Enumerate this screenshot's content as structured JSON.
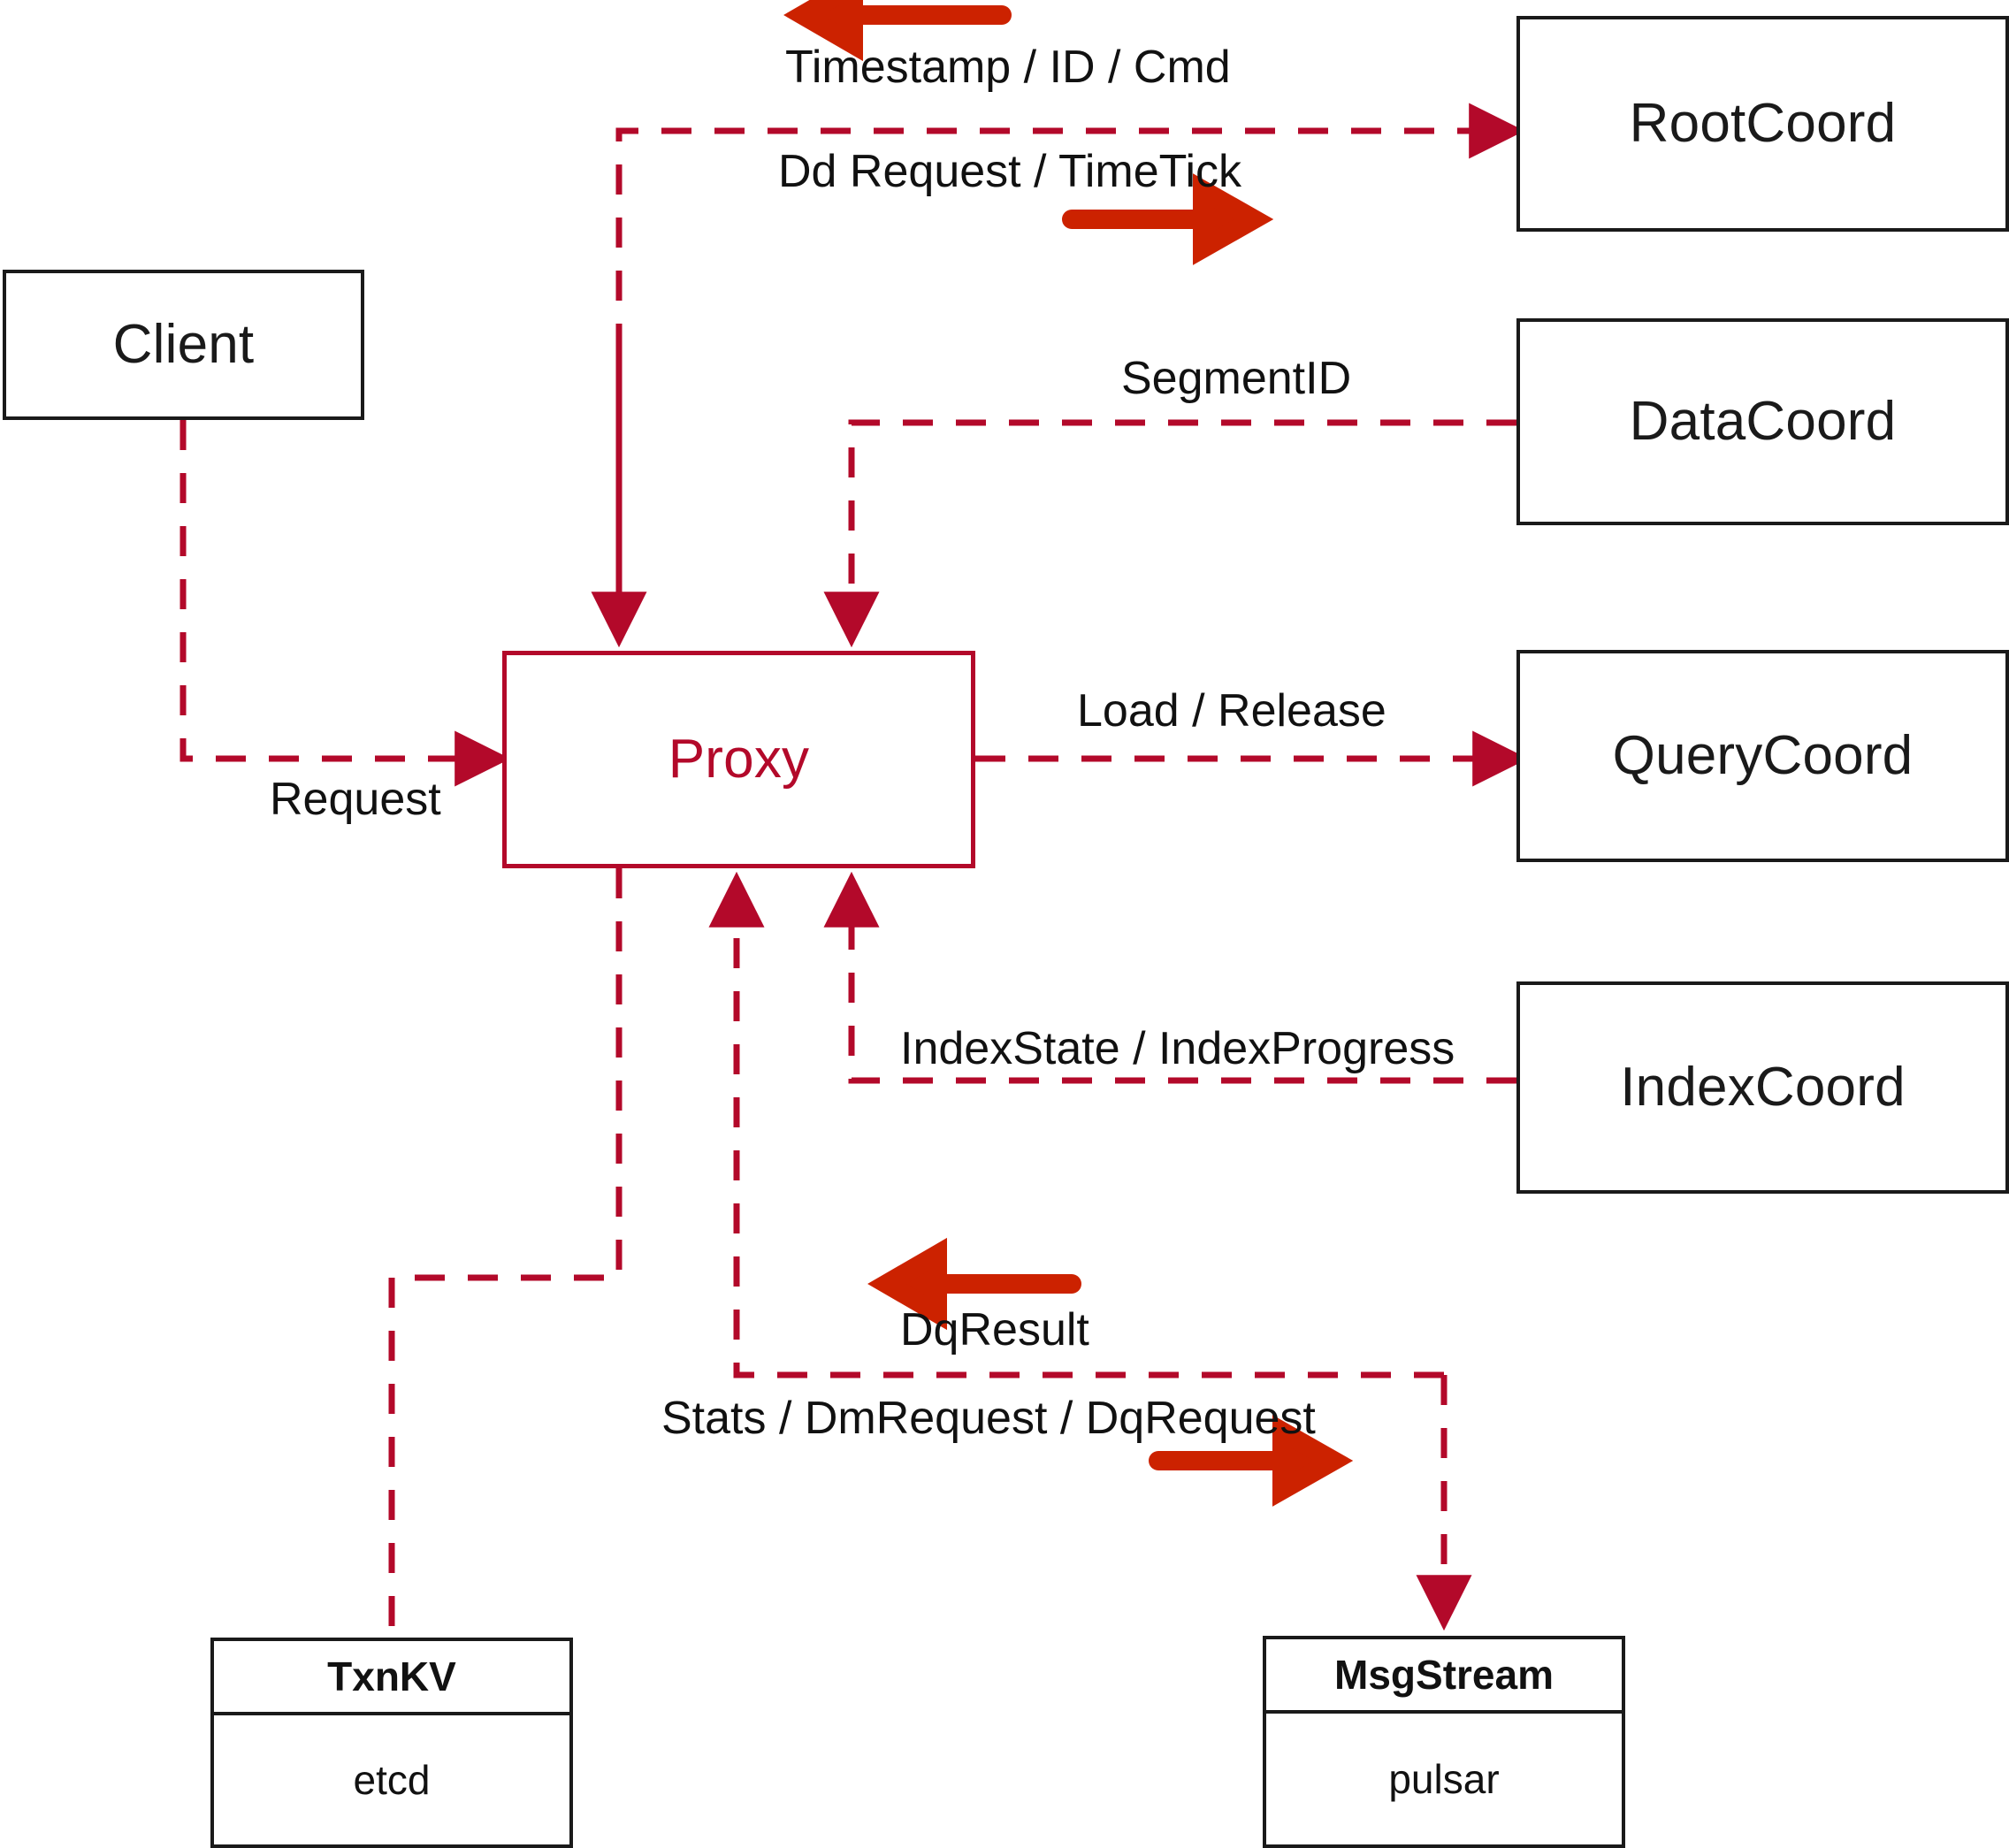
{
  "diagram": {
    "title": "Milvus Proxy interaction diagram",
    "colors": {
      "dashed_line": "#b3092a",
      "solid_arrow": "#cc2200",
      "node_border": "#1a1a1a",
      "proxy_border": "#b3092a",
      "proxy_text": "#b3092a",
      "background": "#ffffff",
      "label_text": "#111111"
    },
    "nodes": [
      {
        "id": "client",
        "label": "Client",
        "style": "plain-black"
      },
      {
        "id": "proxy",
        "label": "Proxy",
        "style": "plain-red"
      },
      {
        "id": "rootcoord",
        "label": "RootCoord",
        "style": "plain-black"
      },
      {
        "id": "datacoord",
        "label": "DataCoord",
        "style": "plain-black"
      },
      {
        "id": "querycoord",
        "label": "QueryCoord",
        "style": "plain-black"
      },
      {
        "id": "indexcoord",
        "label": "IndexCoord",
        "style": "plain-black"
      }
    ],
    "uml_nodes": [
      {
        "id": "txnkv",
        "header": "TxnKV",
        "body": "etcd"
      },
      {
        "id": "msgstream",
        "header": "MsgStream",
        "body": "pulsar"
      }
    ],
    "edge_labels": [
      {
        "id": "timestamp-id-cmd",
        "text": "Timestamp / ID / Cmd",
        "direction": "leftward"
      },
      {
        "id": "dd-request-timetick",
        "text": "Dd Request / TimeTick",
        "direction": "rightward"
      },
      {
        "id": "segmentid",
        "text": "SegmentID",
        "direction": "leftward"
      },
      {
        "id": "request",
        "text": "Request",
        "direction": "rightward"
      },
      {
        "id": "load-release",
        "text": "Load / Release",
        "direction": "rightward"
      },
      {
        "id": "indexstate-indexprogress",
        "text": "IndexState / IndexProgress",
        "direction": "leftward"
      },
      {
        "id": "dqresult",
        "text": "DqResult",
        "direction": "leftward"
      },
      {
        "id": "stats-dmrequest-dqrequest",
        "text": "Stats / DmRequest / DqRequest",
        "direction": "rightward"
      }
    ]
  }
}
